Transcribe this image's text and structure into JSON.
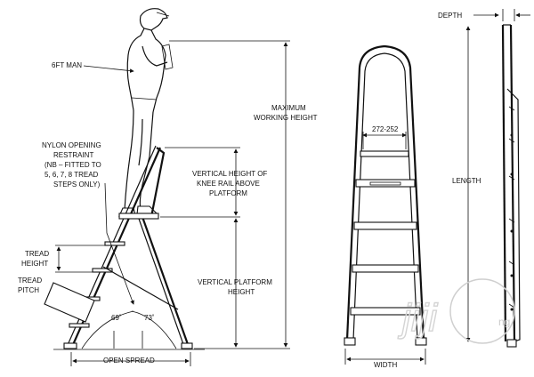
{
  "labels": {
    "man": "6FT MAN",
    "nylon": [
      "NYLON OPENING",
      "RESTRAINT",
      "(NB – FITTED TO",
      "5, 6, 7, 8 TREAD",
      "STEPS ONLY)"
    ],
    "tread_height": [
      "TREAD",
      "HEIGHT"
    ],
    "tread_pitch": [
      "TREAD",
      "PITCH"
    ],
    "angle_left": "69˚",
    "angle_right": "73˚",
    "open_spread": "OPEN SPREAD",
    "max_working": [
      "MAXIMUM",
      "WORKING HEIGHT"
    ],
    "knee_rail": [
      "VERTICAL HEIGHT OF",
      "KNEE RAIL ABOVE",
      "PLATFORM"
    ],
    "platform_height": [
      "VERTICAL PLATFORM",
      "HEIGHT"
    ],
    "rail_width": "272-252",
    "width": "WIDTH",
    "depth": "DEPTH",
    "length": "LENGTH",
    "watermark": "jiji",
    "watermark_suffix": "ng"
  }
}
